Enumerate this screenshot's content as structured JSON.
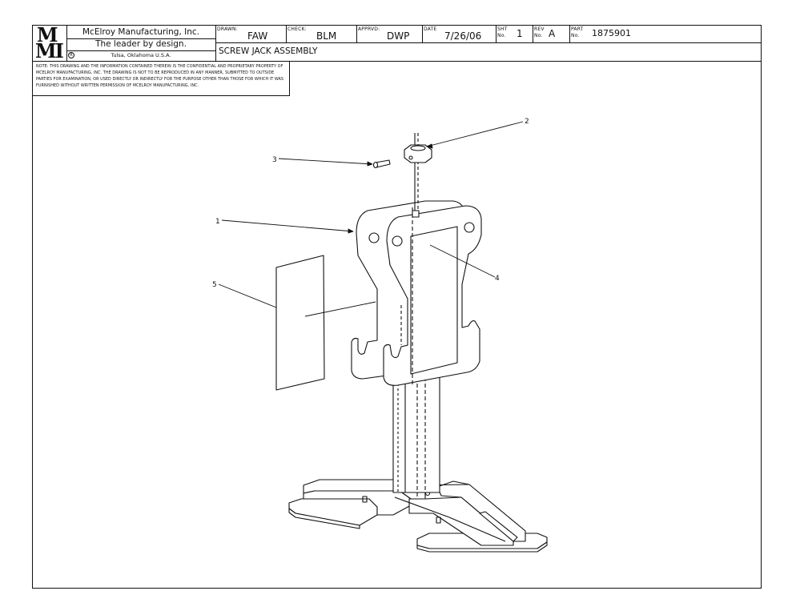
{
  "title_block": {
    "logo_top": "M",
    "logo_bottom": "MI",
    "company": "McElroy Manufacturing, Inc.",
    "tagline": "The leader by design.",
    "location": "Tulsa, Oklahoma U.S.A.",
    "title": "SCREW JACK ASSEMBLY",
    "drawn_label": "DRAWN:",
    "drawn": "FAW",
    "check_label": "CHECK:",
    "check": "BLM",
    "approved_label": "APPRVD:",
    "approved": "DWP",
    "date_label": "DATE",
    "date": "7/26/06",
    "sht_label": "SHT",
    "sht_no_label": "No.",
    "sht": "1",
    "rev_label": "REV",
    "rev_no_label": "No.",
    "rev": "A",
    "part_label": "PART",
    "part_no_label": "No.",
    "part": "1875901"
  },
  "note": "NOTE: THIS DRAWING AND THE INFORMATION CONTAINED THEREIN IS THE CONFIDENTIAL AND PROPRIETARY PROPERTY OF McElroy Manufacturing, Inc. THE DRAWING IS NOT TO BE REPRODUCED IN ANY MANNER, SUBMITTED TO OUTSIDE PARTIES FOR EXAMINATION, OR USED DIRECTLY OR INDIRECTLY FOR THE PURPOSE OTHER THAN THOSE FOR WHICH IT WAS FURNISHED WITHOUT WRITTEN PERMISSION OF McElroy Manufacturing, Inc.",
  "callouts": {
    "c1": "1",
    "c2": "2",
    "c3": "3",
    "c4": "4",
    "c5": "5"
  }
}
